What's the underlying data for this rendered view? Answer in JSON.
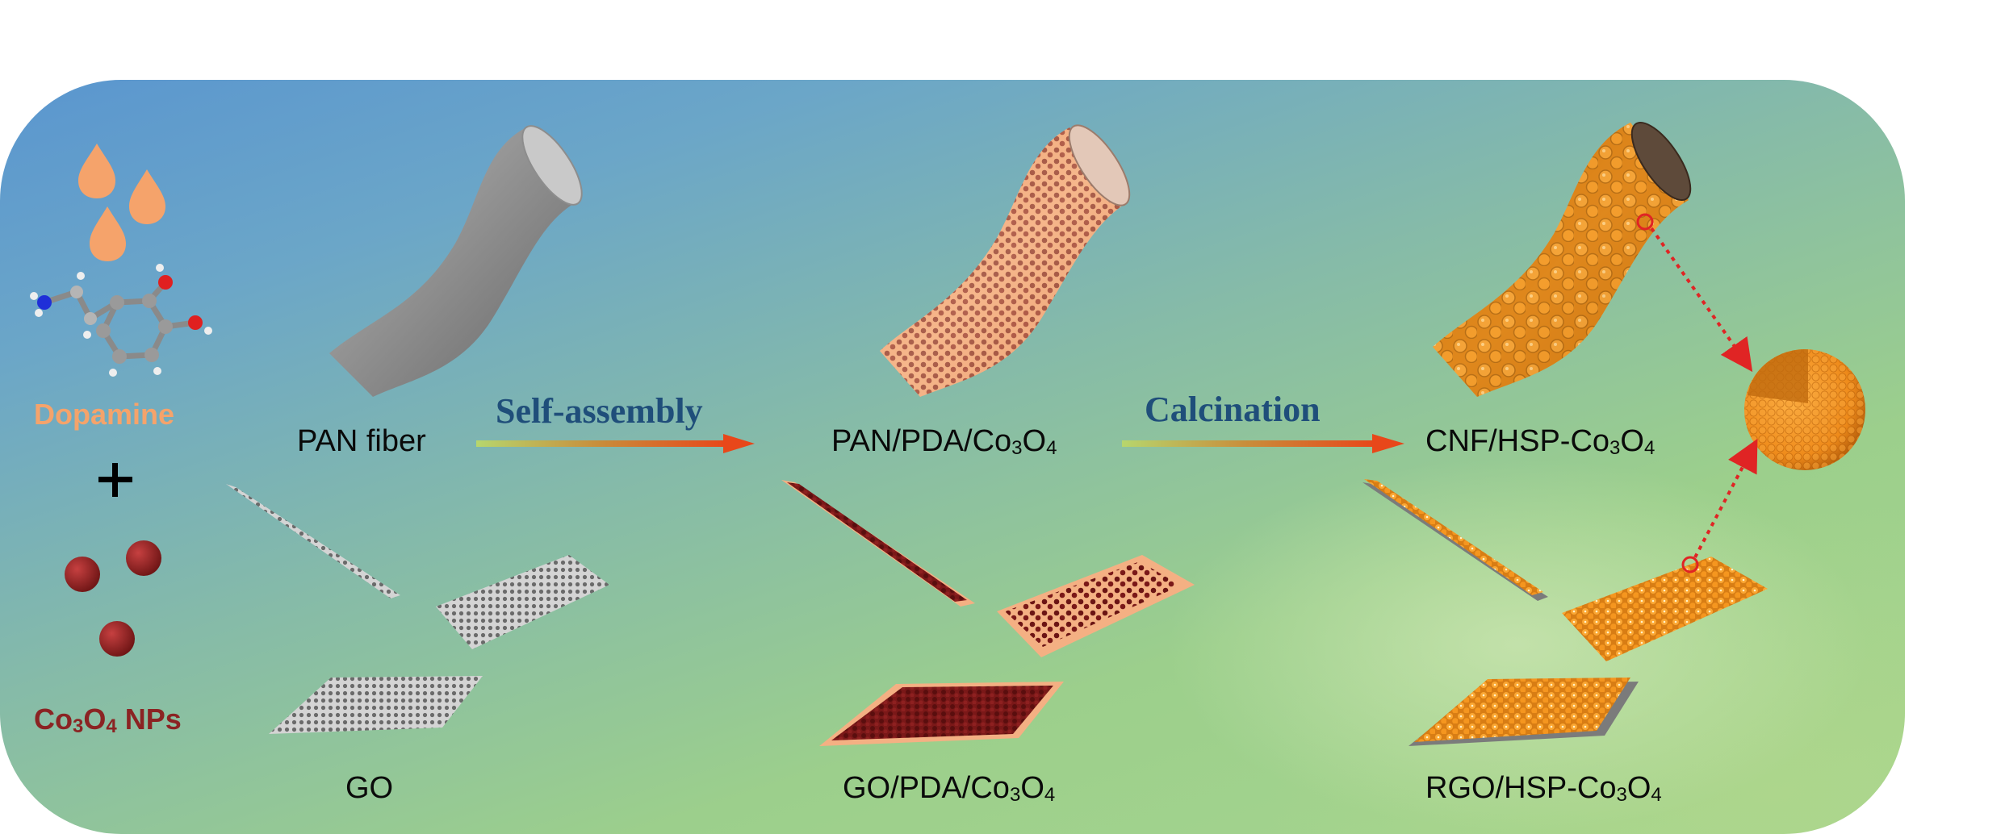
{
  "labels": {
    "pan_fiber": "PAN fiber",
    "go": "GO",
    "pan_pda": "PAN/PDA/Co3O4",
    "go_pda": "GO/PDA/Co3O4",
    "cnf": "CNF/HSP-Co3O4",
    "rgo": "RGO/HSP-Co3O4"
  },
  "steps": {
    "self_assembly": "Self-assembly",
    "calcination": "Calcination"
  },
  "inputs": {
    "dopamine": "Dopamine",
    "plus": "+",
    "co3o4_nps": "Co3O4 NPs"
  },
  "colors": {
    "panel_top": "#5a96cf",
    "panel_bottom": "#a7d68e",
    "step_text": "#1f4e7a",
    "dopamine": "#f5a36b",
    "co3o4_np": "#8b2323",
    "pda_dots": "#6b1414",
    "pda_layer": "#f4b083",
    "hsp_co3o4": "#f39a26",
    "arrow": "#e8471a",
    "callout": "#e02424"
  }
}
